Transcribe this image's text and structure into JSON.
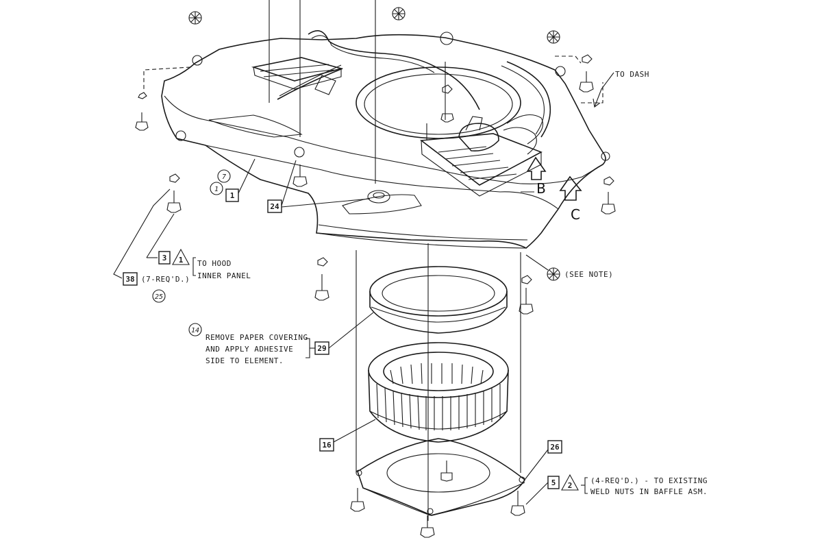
{
  "callouts": {
    "b_label": "B",
    "c_label": "C",
    "part_1": "1",
    "part_24": "24",
    "part_3": "3",
    "part_1_warn": "1",
    "part_38": "38",
    "part_29": "29",
    "part_16": "16",
    "part_26": "26",
    "part_5": "5",
    "part_2_warn": "2",
    "circ_7": "7",
    "circ_1": "1",
    "circ_25": "25",
    "circ_14": "14"
  },
  "notes": {
    "to_dash": "TO DASH",
    "see_note": "(SEE NOTE)",
    "hood_line1": "TO HOOD",
    "hood_line2": "INNER PANEL",
    "hood_qty": "(7-REQ'D.)",
    "paper_line1": "REMOVE PAPER COVERING",
    "paper_line2": "AND APPLY ADHESIVE",
    "paper_line3": "SIDE TO ELEMENT.",
    "weld_line1": "(4-REQ'D.) - TO EXISTING",
    "weld_line2": "WELD NUTS IN BAFFLE ASM."
  },
  "icons": [
    "asterisk-circle-icon",
    "warning-triangle-icon",
    "arrow-up-icon",
    "bolt-icon",
    "grommet-icon"
  ]
}
